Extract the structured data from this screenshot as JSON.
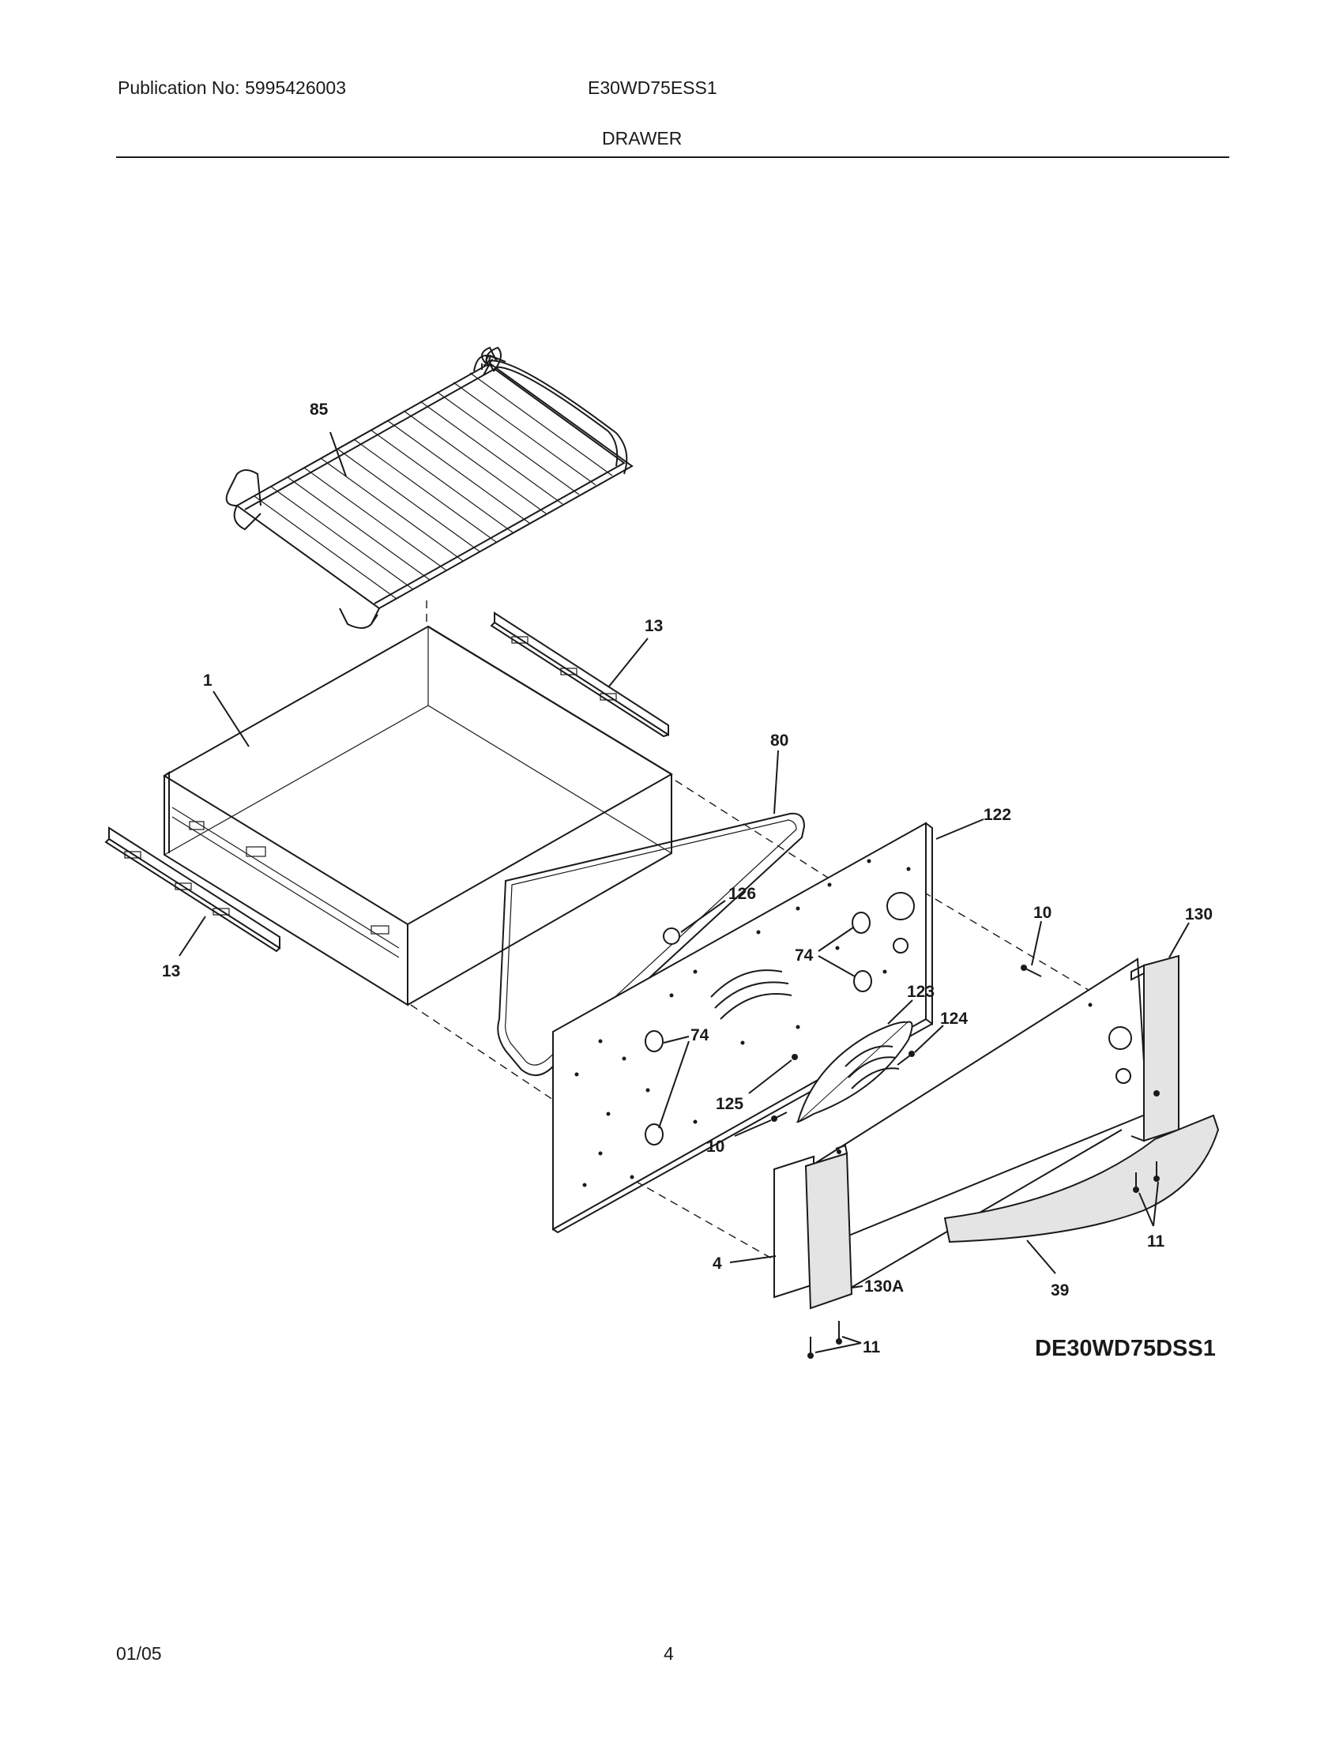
{
  "header": {
    "publication": "Publication No: 5995426003",
    "model": "E30WD75ESS1",
    "section": "DRAWER"
  },
  "footer": {
    "date": "01/05",
    "page": "4"
  },
  "diagram": {
    "model_code": "DE30WD75DSS1",
    "callouts": {
      "rack": "85",
      "drawer_body": "1",
      "slide_upper": "13",
      "slide_lower": "13",
      "gasket": "80",
      "inner_panel": "122",
      "plug": "126",
      "spacers_upper": "74",
      "spacers_lower": "74",
      "screw_upper": "10",
      "screw_lower": "10",
      "trim_right": "130",
      "cover": "123",
      "screw_cover": "124",
      "clip": "125",
      "insulation": "4",
      "trim_left": "130A",
      "screws_right": "11",
      "screws_left": "11",
      "handle": "39"
    }
  }
}
